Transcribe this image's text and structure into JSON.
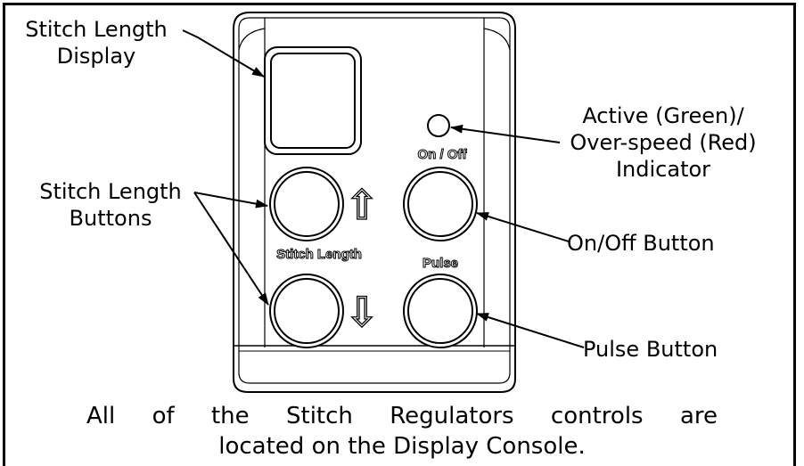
{
  "labels": {
    "display_line1": "Stitch Length",
    "display_line2": "Display",
    "indicator_line1": "Active (Green)/",
    "indicator_line2": "Over-speed (Red)",
    "indicator_line3": "Indicator",
    "buttons_line1": "Stitch Length",
    "buttons_line2": "Buttons",
    "on_off_button": "On/Off Button",
    "pulse_button": "Pulse Button"
  },
  "console": {
    "on_off_text": "On / Off",
    "stitch_length_text": "Stitch Length",
    "pulse_text": "Pulse",
    "arrow_up": "⇧",
    "arrow_down": "⇩"
  },
  "caption": {
    "line1": "All of the Stitch Regulators controls are",
    "line2": "located on the Display Console."
  }
}
